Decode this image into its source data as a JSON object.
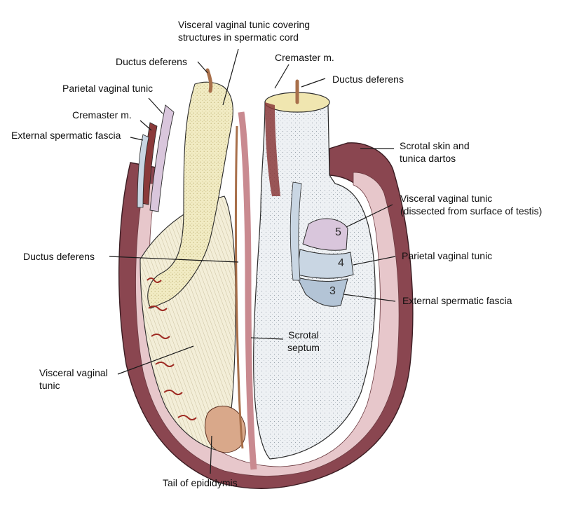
{
  "labels": {
    "visceral_cord_1": "Visceral vaginal tunic covering",
    "visceral_cord_2": "structures in spermatic cord",
    "ductus_deferens_left": "Ductus deferens",
    "parietal_left": "Parietal vaginal tunic",
    "cremaster_left": "Cremaster m.",
    "external_fascia_left": "External spermatic fascia",
    "cremaster_right": "Cremaster m.",
    "ductus_deferens_right": "Ductus deferens",
    "scrotal_skin_1": "Scrotal skin and",
    "scrotal_skin_2": "tunica dartos",
    "visceral_dissected_1": "Visceral vaginal tunic",
    "visceral_dissected_2": "(dissected from surface of testis)",
    "parietal_right": "Parietal vaginal tunic",
    "external_fascia_right": "External spermatic fascia",
    "ductus_deferens_mid": "Ductus deferens",
    "scrotal_septum_1": "Scrotal",
    "scrotal_septum_2": "septum",
    "visceral_testis_1": "Visceral vaginal",
    "visceral_testis_2": "tunic",
    "tail_epididymis": "Tail of epididymis"
  },
  "layer_numbers": [
    "5",
    "4",
    "3"
  ],
  "colors": {
    "skin": "#8a4650",
    "skin_light": "#e7c7cb",
    "epididymis": "#efe6a6",
    "testis": "#f2ecd0",
    "vessel": "#9e2a22",
    "tunic_blue": "#c9d6e3",
    "tunic_purple": "#d9c6dc",
    "cavity": "#e9edf1",
    "line": "#1a1a1a"
  }
}
